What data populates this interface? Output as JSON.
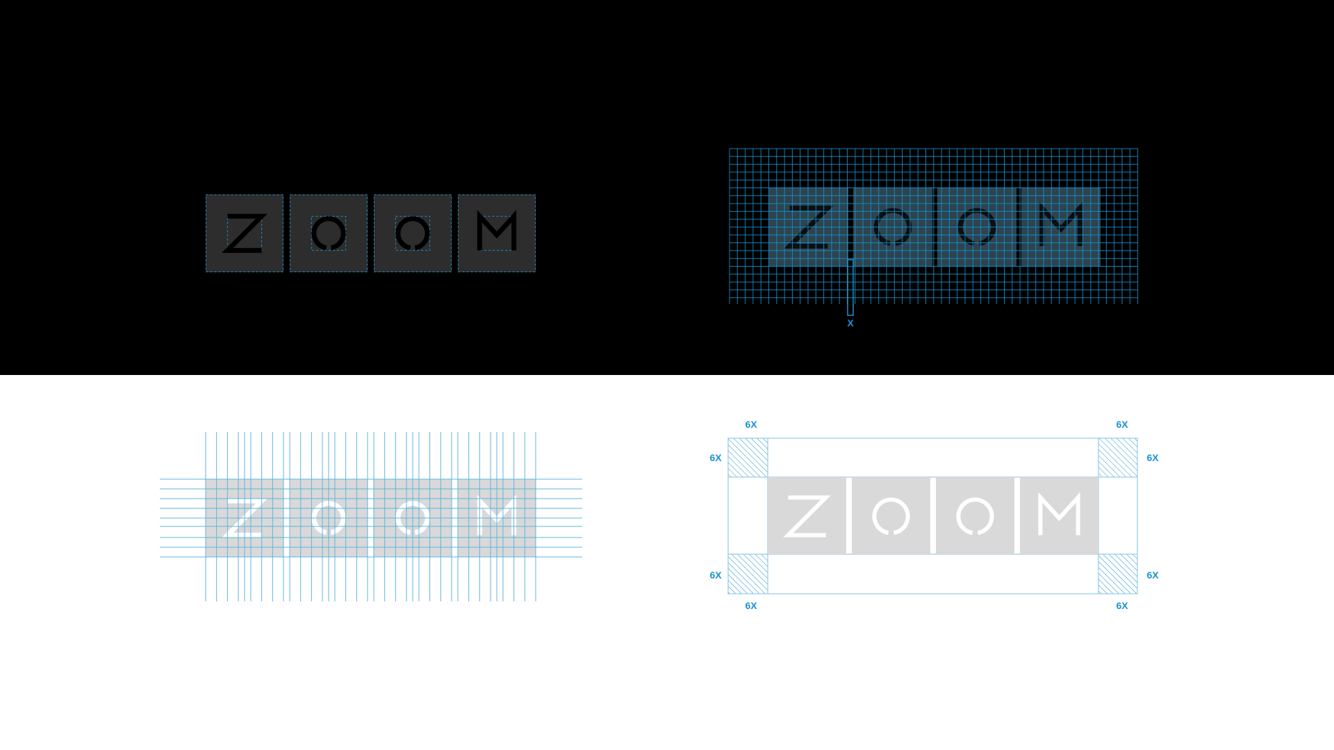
{
  "wordmark": {
    "letters": [
      "Z",
      "O",
      "O",
      "M"
    ],
    "logo_alt": "ZOOM"
  },
  "spacing_unit": {
    "unit_label": "X",
    "clearspace_label": "6X"
  },
  "colors": {
    "dark_background": "#000000",
    "tile_dark": "#2d2d2d",
    "grid_blue": "#1a93d0",
    "tile_light": "#d9d9d9",
    "light_background": "#ffffff"
  }
}
